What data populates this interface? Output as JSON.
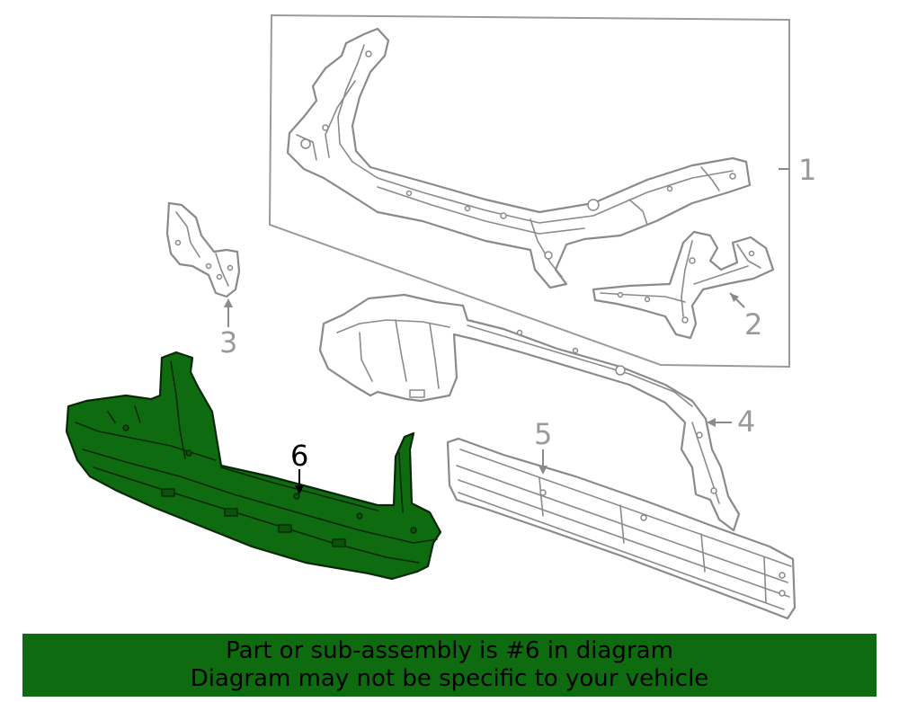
{
  "callouts": {
    "c1": "1",
    "c2": "2",
    "c3": "3",
    "c4": "4",
    "c5": "5",
    "c6": "6"
  },
  "highlight_color": "#0f6b0f",
  "line_color": "#8a8a8a",
  "banner": {
    "line1": "Part or sub-assembly is #6 in diagram",
    "line2": "Diagram may not be specific to your vehicle"
  }
}
